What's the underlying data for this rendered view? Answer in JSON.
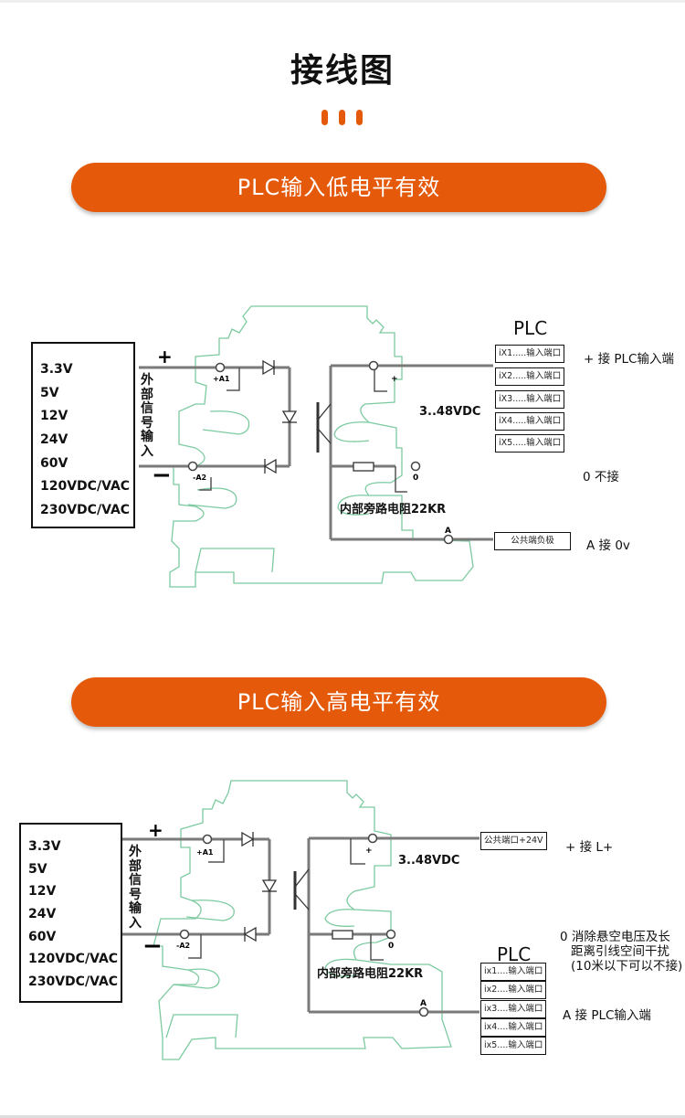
{
  "page": {
    "title": "接线图",
    "accent_color": "#e5590a",
    "outline_color": "#7ccaa0",
    "wire_color": "#7a7a7a"
  },
  "sections": [
    {
      "banner": "PLC输入低电平有效",
      "voltages": [
        "3.3V",
        "5V",
        "12V",
        "24V",
        "60V",
        "120VDC/VAC",
        "230VDC/VAC"
      ],
      "plus_sign": "+",
      "minus_sign": "−",
      "input_label": "外部信号输入",
      "terminals": {
        "a1": "+A1",
        "a2": "-A2",
        "plus": "+",
        "zero": "0",
        "a": "A"
      },
      "output_voltage": "3..48VDC",
      "resistor_label": "内部旁路电阻22KR",
      "plc_label": "PLC",
      "plc_ports": [
        "iX1.....输入端口",
        "iX2.....输入端口",
        "iX3.....输入端口",
        "iX4.....输入端口",
        "iX5.....输入端口"
      ],
      "common_box": "公共端负极",
      "notes": {
        "plus": "+ 接 PLC输入端",
        "zero": "0   不接",
        "a": "A 接 0v"
      }
    },
    {
      "banner": "PLC输入高电平有效",
      "voltages": [
        "3.3V",
        "5V",
        "12V",
        "24V",
        "60V",
        "120VDC/VAC",
        "230VDC/VAC"
      ],
      "plus_sign": "+",
      "minus_sign": "−",
      "input_label": "外部信号输入",
      "terminals": {
        "a1": "+A1",
        "a2": "-A2",
        "plus": "+",
        "zero": "0",
        "a": "A"
      },
      "output_voltage": "3..48VDC",
      "resistor_label": "内部旁路电阻22KR",
      "plc_label": "PLC",
      "plc_ports": [
        "ix1....输入端口",
        "ix2....输入端口",
        "ix3....输入端口",
        "ix4....输入端口",
        "ix5....输入端口"
      ],
      "common_box": "公共端口+24V",
      "notes": {
        "plus": "+ 接 L+",
        "zero_lines": [
          "0 消除悬空电压及长",
          "距离引线空间干扰",
          "(10米以下可以不接)"
        ],
        "a": "A 接  PLC输入端"
      }
    }
  ]
}
